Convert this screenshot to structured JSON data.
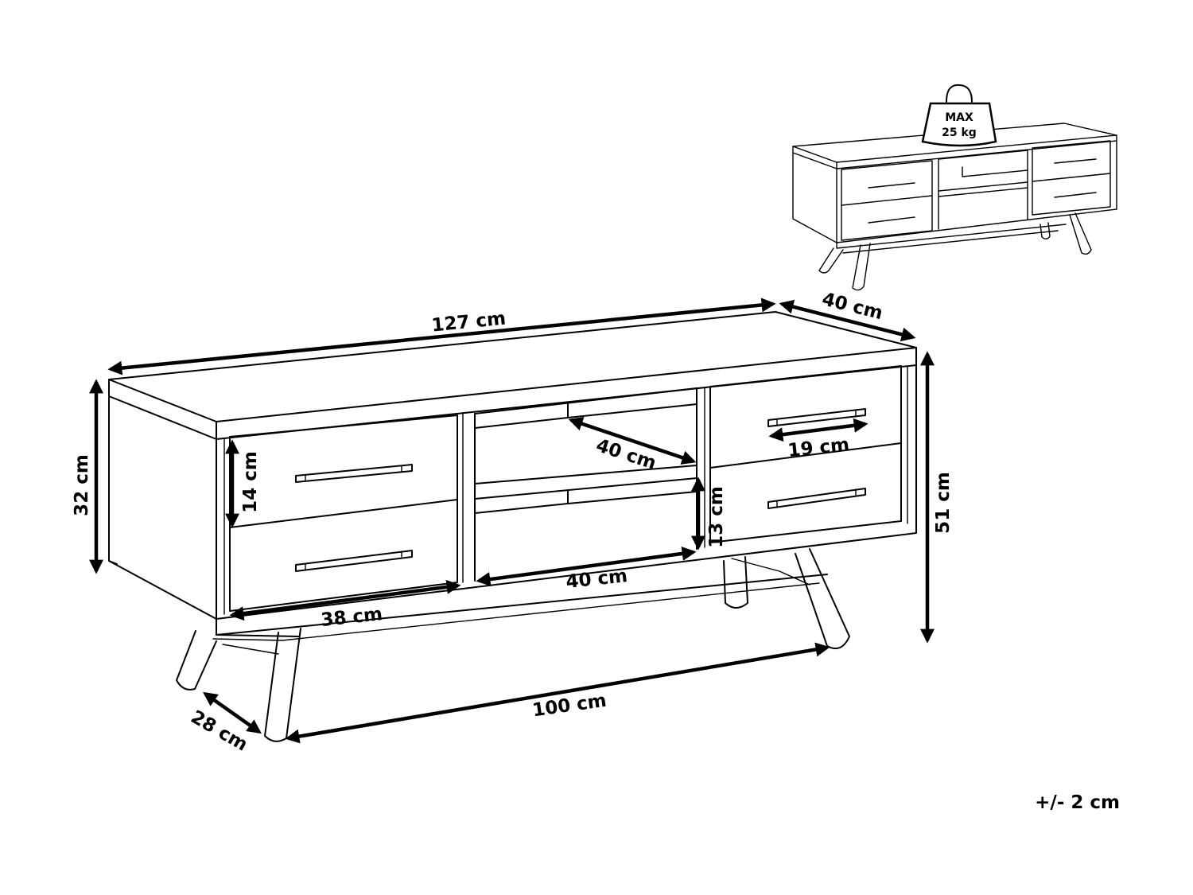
{
  "dimensions": {
    "width": "127 cm",
    "depth": "40 cm",
    "body_height": "32 cm",
    "total_height": "51 cm",
    "drawer_height": "14 cm",
    "drawer_width": "38 cm",
    "handle_length": "19 cm",
    "shelf_depth": "40 cm",
    "shelf_width": "40 cm",
    "shelf_height": "13 cm",
    "leg_span": "100 cm",
    "leg_depth": "28 cm"
  },
  "max_load": {
    "label": "MAX",
    "value": "25 kg",
    "icon": "weight-icon"
  },
  "tolerance": "+/- 2 cm"
}
